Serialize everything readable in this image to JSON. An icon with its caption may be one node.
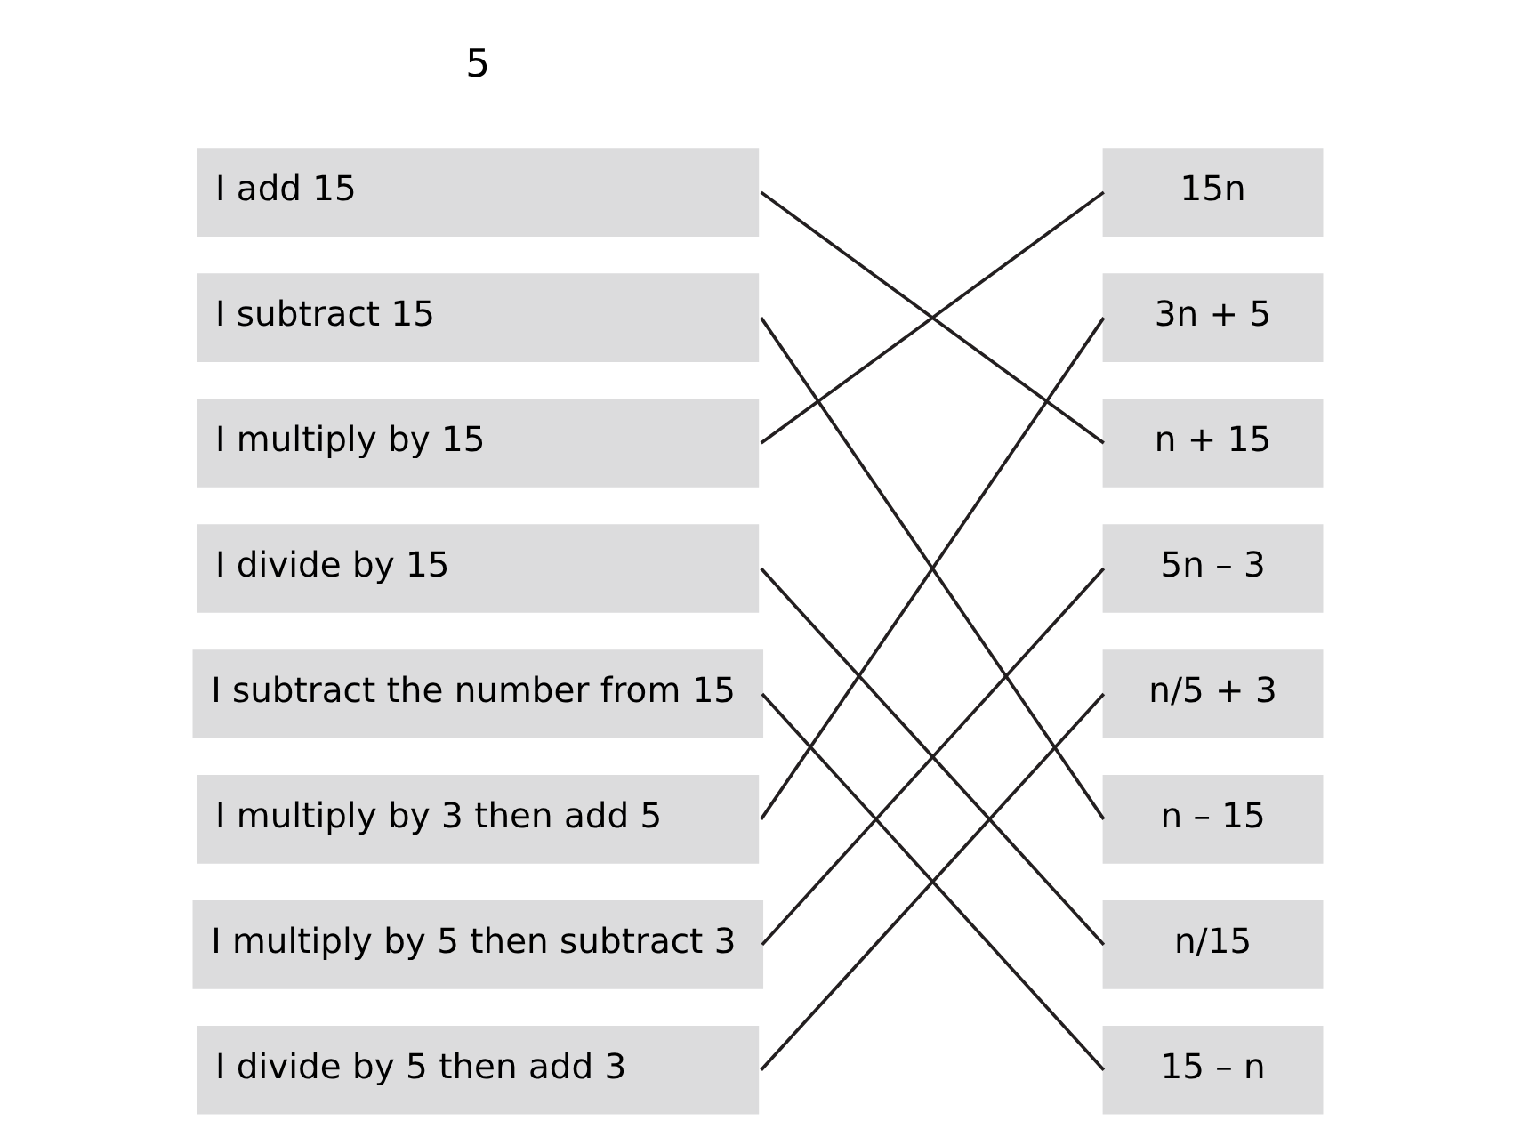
{
  "diagram": {
    "nodes": [
      {
        "text": [
          "I add 15"
        ]
      },
      {
        "text": [
          "I subtract 15"
        ]
      },
      {
        "text": [
          "I multiply by 15"
        ]
      },
      {
        "text": [
          "I divide by 15"
        ]
      },
      {
        "text": [
          "I subtract the number from 15"
        ]
      },
      {
        "text": [
          "I multiply by 3 then add 5"
        ]
      },
      {
        "text": [
          "I multiply by 5 then subtract 3"
        ]
      },
      {
        "text": [
          "I divide by 5 then add 3"
        ]
      },
      {
        "text": [
          "15n"
        ]
      },
      {
        "text": [
          "3n + 5"
        ]
      },
      {
        "text": [
          "n + 15"
        ]
      },
      {
        "text": [
          "5n – 3"
        ]
      },
      {
        "text": [
          "n/5 + 3"
        ]
      },
      {
        "text": [
          "n – 15"
        ]
      },
      {
        "text": [
          "n/15"
        ]
      },
      {
        "text": [
          "15 – n"
        ]
      }
    ],
    "edges": [
      {
        "from": 0,
        "to": 10,
        "arrow": "none"
      },
      {
        "from": 1,
        "to": 13,
        "arrow": "none"
      },
      {
        "from": 2,
        "to": 8,
        "arrow": "none"
      },
      {
        "from": 3,
        "to": 14,
        "arrow": "none"
      },
      {
        "from": 4,
        "to": 15,
        "arrow": "none"
      },
      {
        "from": 5,
        "to": 9,
        "arrow": "none"
      },
      {
        "from": 6,
        "to": 11,
        "arrow": "none"
      },
      {
        "from": 7,
        "to": 12,
        "arrow": "none"
      }
    ],
    "labels": [
      "5"
    ]
  }
}
